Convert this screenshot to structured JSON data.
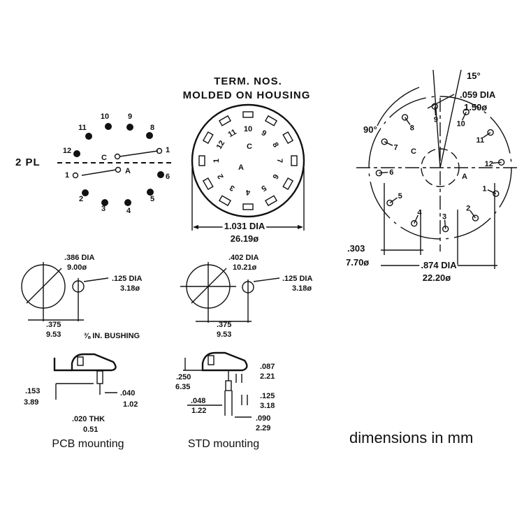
{
  "diagram": {
    "housing": {
      "caption_line1": "TERM. NOS.",
      "caption_line2": "MOLDED ON HOUSING",
      "terminals": [
        "12",
        "11",
        "10",
        "9",
        "8",
        "7",
        "6",
        "5",
        "4",
        "3",
        "2",
        "1"
      ],
      "pole_c": "C",
      "pole_a": "A",
      "dia_in": "1.031 DIA",
      "dia_mm": "26.19ø"
    },
    "switch_schematic": {
      "note": "2 PL",
      "terminals": [
        "12",
        "11",
        "10",
        "9",
        "8",
        "1",
        "6",
        "5",
        "4",
        "3",
        "2",
        "1"
      ],
      "pole_c": "C",
      "pole_a": "A"
    },
    "hole_pattern": {
      "angle_15": "15°",
      "angle_90": "90°",
      "hole_in": ".059 DIA",
      "hole_mm": "1.50ø",
      "terminals": [
        "9",
        "10",
        "11",
        "12",
        "1",
        "2",
        "3",
        "4",
        "5",
        "6",
        "7",
        "8"
      ],
      "pole_c": "C",
      "pole_a": "A",
      "offset_in": ".303",
      "offset_mm": "7.70ø",
      "dia_in": ".874 DIA",
      "dia_mm": "22.20ø"
    },
    "pcb_cutout": {
      "dia_in": ".386 DIA",
      "dia_mm": "9.00ø",
      "pin_in": ".125 DIA",
      "pin_mm": "3.18ø",
      "space_in": ".375",
      "space_mm": "9.53",
      "bushing_note": "⅜ IN. BUSHING"
    },
    "std_cutout": {
      "dia_in": ".402 DIA",
      "dia_mm": "10.21ø",
      "pin_in": ".125 DIA",
      "pin_mm": "3.18ø",
      "space_in": ".375",
      "space_mm": "9.53"
    },
    "pcb_side": {
      "h_in": ".153",
      "h_mm": "3.89",
      "pin_in": ".040",
      "pin_mm": "1.02",
      "thk_in": ".020 THK",
      "thk_mm": "0.51",
      "label": "PCB mounting"
    },
    "std_side": {
      "h_in": ".250",
      "h_mm": "6.35",
      "a_in": ".087",
      "a_mm": "2.21",
      "b_in": ".125",
      "b_mm": "3.18",
      "c_in": ".048",
      "c_mm": "1.22",
      "d_in": ".090",
      "d_mm": "2.29",
      "label": "STD mounting"
    },
    "units_note": "dimensions in mm"
  }
}
